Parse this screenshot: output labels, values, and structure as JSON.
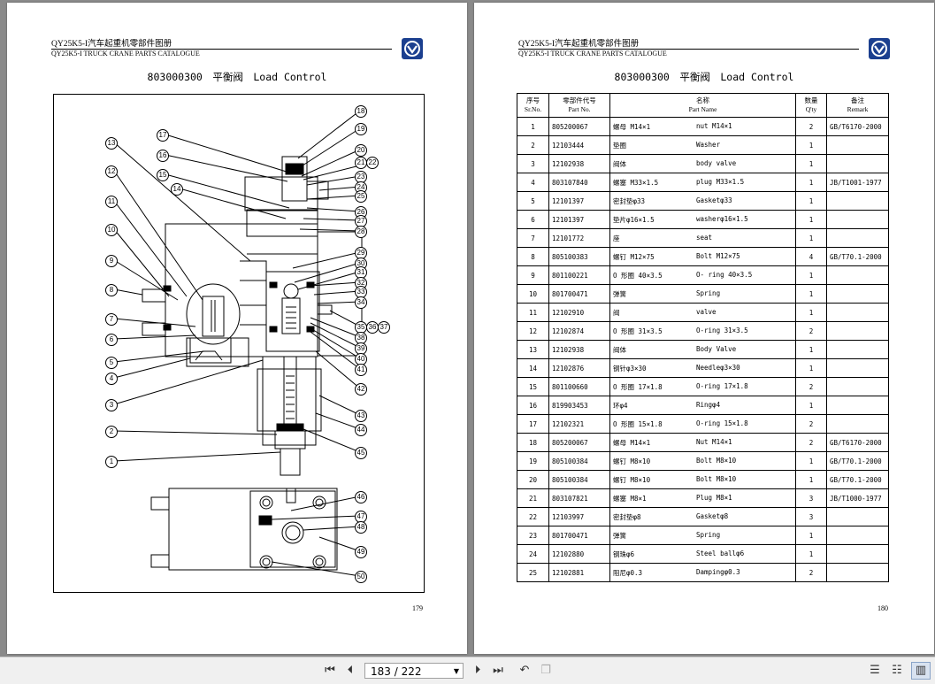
{
  "header": {
    "line1": "QY25K5-I汽车起重机零部件图册",
    "line2": "QY25K5-I TRUCK CRANE PARTS CATALOGUE"
  },
  "title": "803000300　平衡阀　Load Control",
  "left_page_number": "179",
  "right_page_number": "180",
  "callouts": [
    "1",
    "2",
    "3",
    "4",
    "5",
    "6",
    "7",
    "8",
    "9",
    "10",
    "11",
    "12",
    "13",
    "14",
    "15",
    "16",
    "17",
    "18",
    "19",
    "20",
    "21",
    "22",
    "23",
    "24",
    "25",
    "26",
    "27",
    "28",
    "29",
    "30",
    "31",
    "32",
    "33",
    "34",
    "35",
    "36",
    "37",
    "38",
    "39",
    "40",
    "41",
    "42",
    "43",
    "44",
    "45",
    "46",
    "47",
    "48",
    "49",
    "50"
  ],
  "table": {
    "headers": {
      "seq": "序号",
      "seq_en": "Sr.No.",
      "code": "零部件代号",
      "code_en": "Part No.",
      "name": "名称",
      "name_en": "Part Name",
      "qty": "数量",
      "qty_en": "Q'ty",
      "remark": "备注",
      "remark_en": "Remark"
    },
    "rows": [
      {
        "no": "1",
        "code": "805200067",
        "cn": "螺母 M14×1",
        "en": "nut M14×1",
        "qty": "2",
        "remark": "GB/T6170-2000"
      },
      {
        "no": "2",
        "code": "12103444",
        "cn": "垫圈",
        "en": "Washer",
        "qty": "1",
        "remark": ""
      },
      {
        "no": "3",
        "code": "12102938",
        "cn": "阀体",
        "en": "body valve",
        "qty": "1",
        "remark": ""
      },
      {
        "no": "4",
        "code": "803107840",
        "cn": "螺塞 M33×1.5",
        "en": "plug M33×1.5",
        "qty": "1",
        "remark": "JB/T1001-1977"
      },
      {
        "no": "5",
        "code": "12101397",
        "cn": "密封垫φ33",
        "en": "Gasketφ33",
        "qty": "1",
        "remark": ""
      },
      {
        "no": "6",
        "code": "12101397",
        "cn": "垫片φ16×1.5",
        "en": "washerφ16×1.5",
        "qty": "1",
        "remark": ""
      },
      {
        "no": "7",
        "code": "12101772",
        "cn": "座",
        "en": "seat",
        "qty": "1",
        "remark": ""
      },
      {
        "no": "8",
        "code": "805100383",
        "cn": "螺钉 M12×75",
        "en": "Bolt M12×75",
        "qty": "4",
        "remark": "GB/T70.1-2000"
      },
      {
        "no": "9",
        "code": "801100221",
        "cn": "O 形圈 40×3.5",
        "en": "O- ring 40×3.5",
        "qty": "1",
        "remark": ""
      },
      {
        "no": "10",
        "code": "801700471",
        "cn": "弹簧",
        "en": "Spring",
        "qty": "1",
        "remark": ""
      },
      {
        "no": "11",
        "code": "12102910",
        "cn": "阀",
        "en": "valve",
        "qty": "1",
        "remark": ""
      },
      {
        "no": "12",
        "code": "12102874",
        "cn": "O 形圈 31×3.5",
        "en": "O-ring 31×3.5",
        "qty": "2",
        "remark": ""
      },
      {
        "no": "13",
        "code": "12102938",
        "cn": "阀体",
        "en": "Body Valve",
        "qty": "1",
        "remark": ""
      },
      {
        "no": "14",
        "code": "12102876",
        "cn": "钢针φ3×30",
        "en": "Needleφ3×30",
        "qty": "1",
        "remark": ""
      },
      {
        "no": "15",
        "code": "801100660",
        "cn": "O 形圈 17×1.8",
        "en": "O-ring 17×1.8",
        "qty": "2",
        "remark": ""
      },
      {
        "no": "16",
        "code": "819903453",
        "cn": "环φ4",
        "en": "Ringφ4",
        "qty": "1",
        "remark": ""
      },
      {
        "no": "17",
        "code": "12102321",
        "cn": "O 形圈 15×1.8",
        "en": "O-ring 15×1.8",
        "qty": "2",
        "remark": ""
      },
      {
        "no": "18",
        "code": "805200067",
        "cn": "螺母 M14×1",
        "en": "Nut M14×1",
        "qty": "2",
        "remark": "GB/T6170-2000"
      },
      {
        "no": "19",
        "code": "805100384",
        "cn": "螺钉 M8×10",
        "en": "Bolt M8×10",
        "qty": "1",
        "remark": "GB/T70.1-2000"
      },
      {
        "no": "20",
        "code": "805100384",
        "cn": "螺钉 M8×10",
        "en": "Bolt M8×10",
        "qty": "1",
        "remark": "GB/T70.1-2000"
      },
      {
        "no": "21",
        "code": "803107821",
        "cn": "螺塞 M8×1",
        "en": "Plug M8×1",
        "qty": "3",
        "remark": "JB/T1000-1977"
      },
      {
        "no": "22",
        "code": "12103997",
        "cn": "密封垫φ8",
        "en": "Gasketφ8",
        "qty": "3",
        "remark": ""
      },
      {
        "no": "23",
        "code": "801700471",
        "cn": "弹簧",
        "en": "Spring",
        "qty": "1",
        "remark": ""
      },
      {
        "no": "24",
        "code": "12102880",
        "cn": "钢珠φ6",
        "en": "Steel ballφ6",
        "qty": "1",
        "remark": ""
      },
      {
        "no": "25",
        "code": "12102881",
        "cn": "阻尼φ0.3",
        "en": "Dampingφ0.3",
        "qty": "2",
        "remark": ""
      }
    ]
  },
  "toolbar": {
    "page_display": "183 / 222"
  }
}
